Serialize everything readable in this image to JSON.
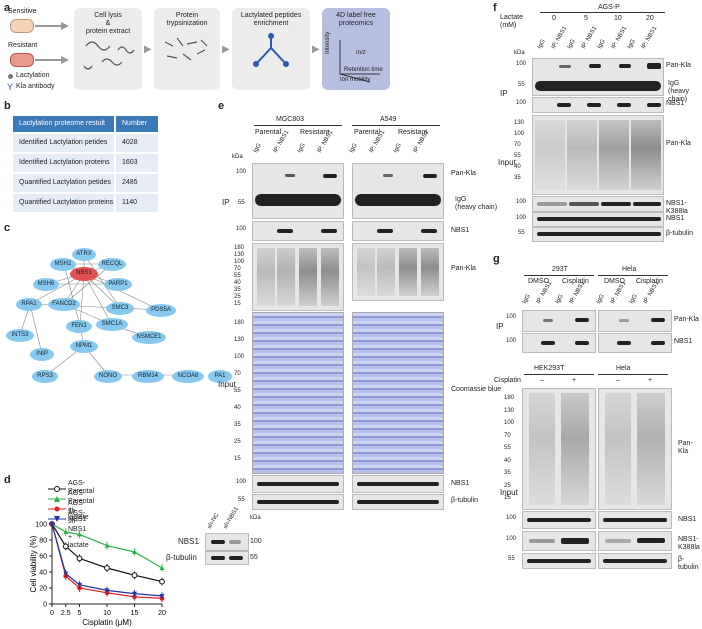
{
  "panel_a": {
    "letter": "a",
    "sensitive_label": "Sensitive",
    "resistant_label": "Resistant",
    "steps": [
      "Cell lysis\n&\nprotein extract",
      "Protein\ntrypsinization",
      "Lactylated peptides\nenrichment",
      "4D label free\nproteomics"
    ],
    "legend_lactylation": "Lactylation",
    "legend_kla": "Kla antibody",
    "axis_intensity": "Intensity",
    "axis_mz": "m/z",
    "axis_rt": "Retention time",
    "axis_im": "Ion mobility"
  },
  "panel_b": {
    "letter": "b",
    "header_result": "Lactylation proteome restult",
    "header_number": "Number",
    "rows": [
      {
        "label": "Identified Lactylation petides",
        "value": "4028"
      },
      {
        "label": "Identified Lactylation proteins",
        "value": "1603"
      },
      {
        "label": "Quantified Lactylation petides",
        "value": "2485"
      },
      {
        "label": "Quantified Lactylation proteins",
        "value": "1140"
      }
    ]
  },
  "panel_c": {
    "letter": "c",
    "nodes": [
      "ATRX",
      "MSH2",
      "RECQL",
      "MSH6",
      "NBS1",
      "PARP1",
      "RPA1",
      "SMC3",
      "PDS5A",
      "FANCD2",
      "SMC1A",
      "INTS3",
      "FEN1",
      "NSMCE1",
      "INIP",
      "NPM1",
      "RPS3",
      "NONO",
      "RBM14",
      "NCOA6",
      "PA1"
    ]
  },
  "panel_d": {
    "letter": "d",
    "legend": [
      "AGS-Parental",
      "AGS-Parental + lactate",
      "AGS-sh-NBS1",
      "AGS-sh-NBS1 + lactate"
    ],
    "ylabel": "Cell viability (%)",
    "xlabel": "Cisplatin (μM)",
    "xticks": [
      "0",
      "2.5",
      "5",
      "10",
      "15",
      "20"
    ],
    "yticks": [
      "0",
      "20",
      "40",
      "60",
      "80",
      "100"
    ],
    "blot_lanes": [
      "sh-NC",
      "sh-NBS1"
    ],
    "blot_rows": [
      "NBS1",
      "β-tubulin"
    ],
    "kda": "kDa",
    "mw": [
      "100",
      "55"
    ]
  },
  "chart_data": {
    "type": "line",
    "x": [
      0,
      2.5,
      5,
      10,
      15,
      20
    ],
    "xlabel": "Cisplatin (μM)",
    "ylabel": "Cell viability (%)",
    "ylim": [
      0,
      100
    ],
    "series": [
      {
        "name": "AGS-Parental",
        "values": [
          100,
          72,
          57,
          45,
          36,
          28
        ]
      },
      {
        "name": "AGS-Parental + lactate",
        "values": [
          100,
          90,
          87,
          73,
          65,
          45
        ]
      },
      {
        "name": "AGS-sh-NBS1",
        "values": [
          100,
          35,
          20,
          14,
          9,
          7
        ]
      },
      {
        "name": "AGS-sh-NBS1 + lactate",
        "values": [
          100,
          38,
          24,
          17,
          13,
          10
        ]
      }
    ],
    "colors": [
      "#111111",
      "#2bb24c",
      "#e02020",
      "#2233aa"
    ]
  },
  "panel_e": {
    "letter": "e",
    "cell_lines": [
      "MGC803",
      "A549"
    ],
    "groups": [
      "Parental",
      "Resistant",
      "Parental",
      "Resistant"
    ],
    "lanes": [
      "IgG",
      "IP: NBS1",
      "IgG",
      "IP: NBS1"
    ],
    "kda": "kDa",
    "ip_label": "IP",
    "input_label": "Input",
    "right_labels": [
      "Pan-Kla",
      "IgG\n(heavy chain)",
      "NBS1",
      "Pan-Kla",
      "Coomassie blue",
      "NBS1",
      "β-tubulin"
    ],
    "mw_ip": [
      "100",
      "55"
    ],
    "mw_input": [
      "180",
      "130",
      "100",
      "70",
      "55",
      "40",
      "35",
      "25",
      "15"
    ],
    "mw_coom": [
      "180",
      "130",
      "100",
      "70",
      "55",
      "40",
      "35",
      "25",
      "15"
    ],
    "mw_nbs1": "100",
    "mw_tub": "55",
    "mw_nbs1_ip": "100"
  },
  "panel_f": {
    "letter": "f",
    "title": "AGS-P",
    "lactate_label": "Lactate\n(mM)",
    "lactate_values": [
      "0",
      "5",
      "10",
      "20"
    ],
    "lanes": [
      "IgG",
      "IP: NBS1",
      "IgG",
      "IP: NBS1",
      "IgG",
      "IP: NBS1",
      "IgG",
      "IP: NBS1"
    ],
    "kda": "kDa",
    "ip_label": "IP",
    "input_label": "Input",
    "right_labels": [
      "Pan-Kla",
      "IgG\n(heavy chain)",
      "NBS1",
      "Pan-Kla",
      "NBS1-K388la",
      "NBS1",
      "β-tubulin"
    ],
    "mw_ip": [
      "100",
      "55"
    ],
    "mw_input": [
      "130",
      "100",
      "70",
      "55",
      "40",
      "35"
    ],
    "mw_single": [
      "100",
      "100",
      "100",
      "55"
    ]
  },
  "panel_g": {
    "letter": "g",
    "cell_lines": [
      "293T",
      "Hela"
    ],
    "groups": [
      "DMSO",
      "Cisplatin",
      "DMSO",
      "Cisplatin"
    ],
    "lanes": [
      "IgG",
      "IP: NBS1",
      "IgG",
      "IP: NBS1",
      "IgG",
      "IP: NBS1",
      "IgG",
      "IP: NBS1"
    ],
    "ip_label": "IP",
    "input_label": "Input",
    "ip_right": [
      "Pan-Kla",
      "NBS1"
    ],
    "input_lines": [
      "HEK293T",
      "Hela"
    ],
    "cisplatin_label": "Cisplatin",
    "signs": [
      "–",
      "+",
      "–",
      "+"
    ],
    "input_right": [
      "Pan-Kla",
      "NBS1",
      "NBS1-K388la",
      "β-tubulin"
    ],
    "mw_ip": [
      "100",
      "100"
    ],
    "mw_input": [
      "180",
      "130",
      "100",
      "70",
      "55",
      "40",
      "35",
      "25",
      "15"
    ],
    "mw_single": [
      "100",
      "100",
      "55"
    ]
  }
}
